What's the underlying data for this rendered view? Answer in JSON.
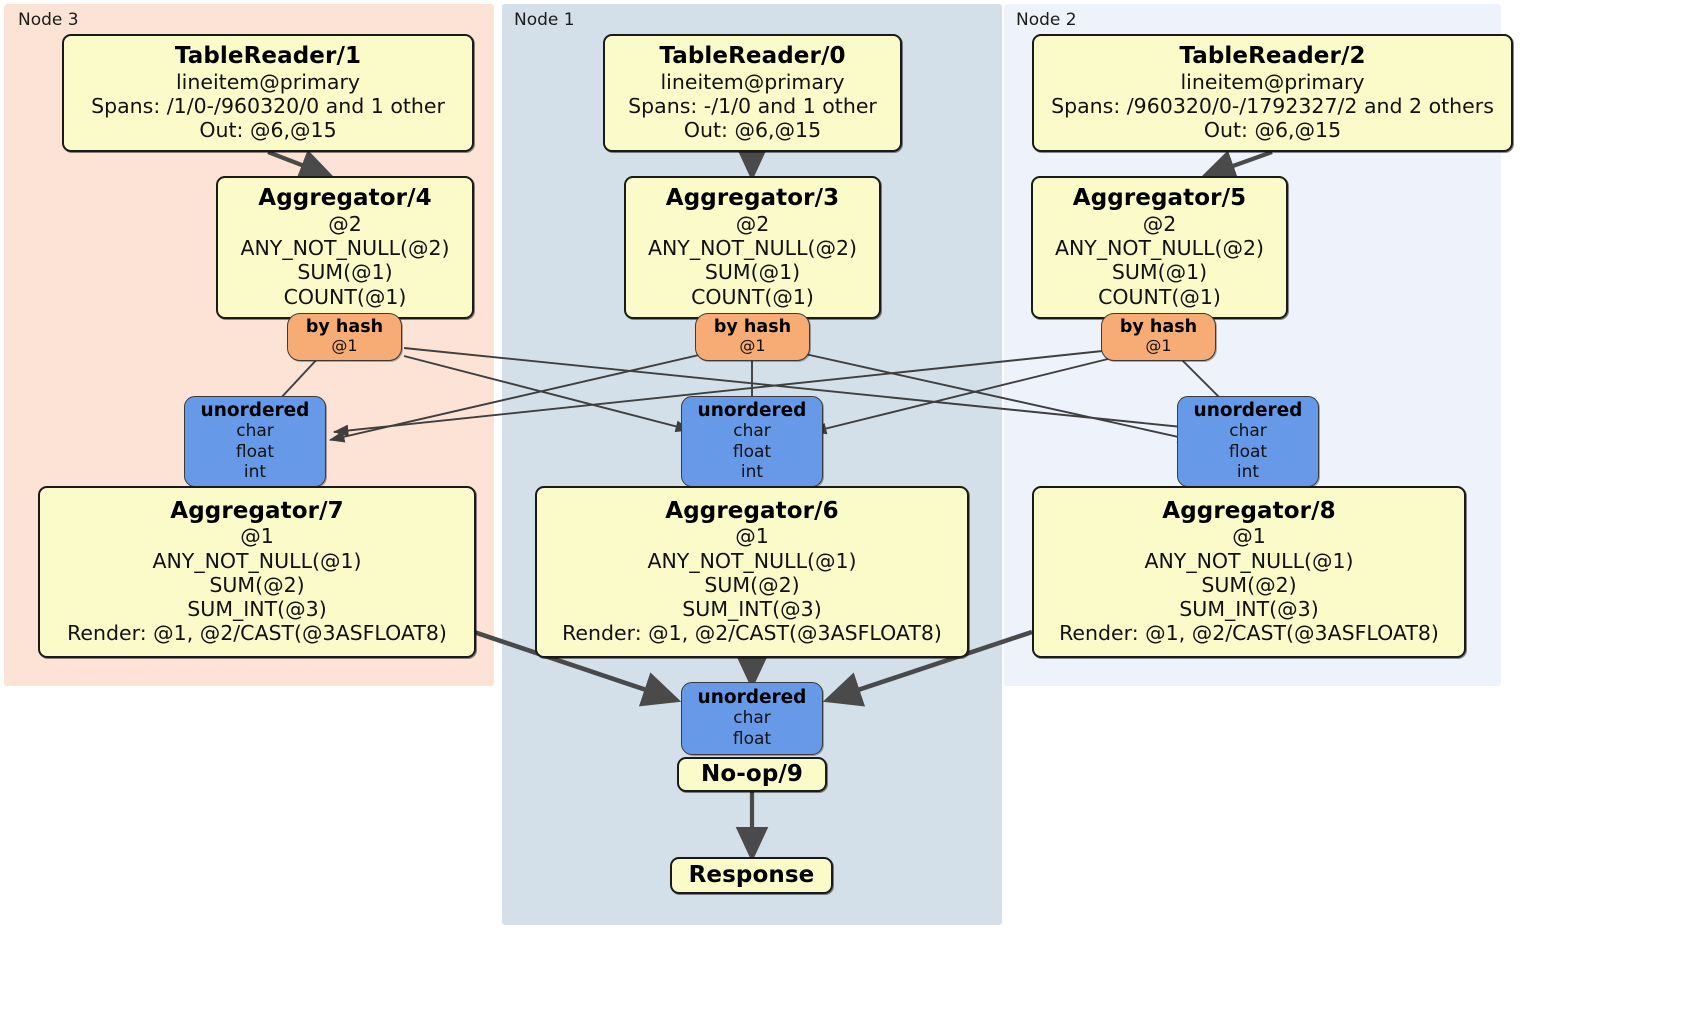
{
  "panels": [
    {
      "id": "node3",
      "label": "Node 3",
      "color": "#fce3d6"
    },
    {
      "id": "node1",
      "label": "Node 1",
      "color": "#d3e0e9"
    },
    {
      "id": "node2",
      "label": "Node 2",
      "color": "#eef2fb"
    }
  ],
  "table_readers": {
    "tr1": {
      "title": "TableReader/1",
      "l1": "lineitem@primary",
      "l2": "Spans: /1/0-/960320/0 and 1 other",
      "l3": "Out: @6,@15"
    },
    "tr0": {
      "title": "TableReader/0",
      "l1": "lineitem@primary",
      "l2": "Spans: -/1/0 and 1 other",
      "l3": "Out: @6,@15"
    },
    "tr2": {
      "title": "TableReader/2",
      "l1": "lineitem@primary",
      "l2": "Spans: /960320/0-/1792327/2 and 2 others",
      "l3": "Out: @6,@15"
    }
  },
  "aggregators_lower": {
    "agg4": {
      "title": "Aggregator/4",
      "l1": "@2",
      "l2": "ANY_NOT_NULL(@2)",
      "l3": "SUM(@1)",
      "l4": "COUNT(@1)"
    },
    "agg3": {
      "title": "Aggregator/3",
      "l1": "@2",
      "l2": "ANY_NOT_NULL(@2)",
      "l3": "SUM(@1)",
      "l4": "COUNT(@1)"
    },
    "agg5": {
      "title": "Aggregator/5",
      "l1": "@2",
      "l2": "ANY_NOT_NULL(@2)",
      "l3": "SUM(@1)",
      "l4": "COUNT(@1)"
    }
  },
  "routers": {
    "r4": {
      "title": "by hash",
      "l1": "@1"
    },
    "r3": {
      "title": "by hash",
      "l1": "@1"
    },
    "r5": {
      "title": "by hash",
      "l1": "@1"
    }
  },
  "receivers_mid": {
    "u7": {
      "title": "unordered",
      "l1": "char",
      "l2": "float",
      "l3": "int"
    },
    "u6": {
      "title": "unordered",
      "l1": "char",
      "l2": "float",
      "l3": "int"
    },
    "u8": {
      "title": "unordered",
      "l1": "char",
      "l2": "float",
      "l3": "int"
    }
  },
  "aggregators_final": {
    "agg7": {
      "title": "Aggregator/7",
      "l1": "@1",
      "l2": "ANY_NOT_NULL(@1)",
      "l3": "SUM(@2)",
      "l4": "SUM_INT(@3)",
      "l5": "Render: @1, @2/CAST(@3ASFLOAT8)"
    },
    "agg6": {
      "title": "Aggregator/6",
      "l1": "@1",
      "l2": "ANY_NOT_NULL(@1)",
      "l3": "SUM(@2)",
      "l4": "SUM_INT(@3)",
      "l5": "Render: @1, @2/CAST(@3ASFLOAT8)"
    },
    "agg8": {
      "title": "Aggregator/8",
      "l1": "@1",
      "l2": "ANY_NOT_NULL(@1)",
      "l3": "SUM(@2)",
      "l4": "SUM_INT(@3)",
      "l5": "Render: @1, @2/CAST(@3ASFLOAT8)"
    }
  },
  "final_receiver": {
    "title": "unordered",
    "l1": "char",
    "l2": "float"
  },
  "noop": {
    "title": "No-op/9"
  },
  "response": {
    "title": "Response"
  },
  "colors": {
    "processor_fill": "#fbfbca",
    "router_fill": "#f7ac76",
    "receiver_fill": "#6699e8",
    "edge_thin": "#3f3f3f",
    "edge_thick": "#4a4a4a",
    "node3_bg": "#fce3d6",
    "node1_bg": "#d3e0e9",
    "node2_bg": "#eef2fb"
  }
}
